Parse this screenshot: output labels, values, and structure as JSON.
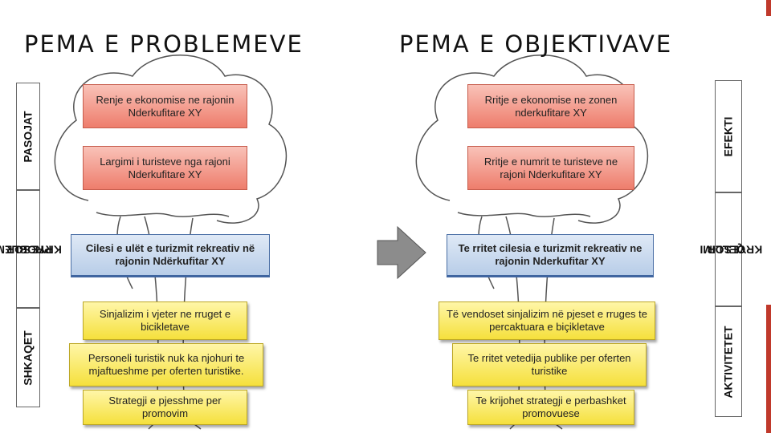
{
  "titles": {
    "left": "PEMA E PROBLEMEVE",
    "right": "PEMA E OBJEKTIVAVE"
  },
  "left_labels": {
    "pasojat": "PASOJAT",
    "problemi_line1": "PROBLEMI",
    "problemi_line2": "KRYESOR",
    "shkaqet": "SHKAQET"
  },
  "right_labels": {
    "efekti": "EFEKTI",
    "qellimi_line1": "QELLIMI",
    "qellimi_line2": "KRYESOR",
    "aktivitetet": "AKTIVITETET"
  },
  "problem_tree": {
    "effects": [
      "Renje e ekonomise ne rajonin Nderkufitare XY",
      "Largimi i turisteve nga rajoni Nderkufitare XY"
    ],
    "core_problem": "Cilesi e ulët e turizmit rekreativ në rajonin Ndërkufitar XY",
    "causes": [
      "Sinjalizim i vjeter ne rruget e bicikletave",
      "Personeli turistik nuk ka njohuri te mjaftueshme per oferten turistike.",
      "Strategji e pjesshme per promovim"
    ]
  },
  "objective_tree": {
    "effects": [
      "Rritje e ekonomise ne zonen nderkufitare XY",
      "Rritje e numrit te turisteve ne rajoni Nderkufitare XY"
    ],
    "core_objective": "Te rritet cilesia e turizmit rekreativ ne rajonin Nderkufitar XY",
    "activities": [
      "Të vendoset sinjalizim në pjeset e rruges te percaktuara e biçikletave",
      "Te rritet vetedija publike per oferten turistike",
      "Te krijohet strategji e perbashket promovuese"
    ]
  },
  "colors": {
    "effect_box": "#ee7d6c",
    "core_box": "#b8cde8",
    "cause_box": "#f5e03c",
    "arrow": "#8c8c8c",
    "accent_strip": "#c0392b"
  },
  "icons": {
    "transform_arrow": "right-arrow-icon",
    "tree_outline": "tree-icon"
  }
}
